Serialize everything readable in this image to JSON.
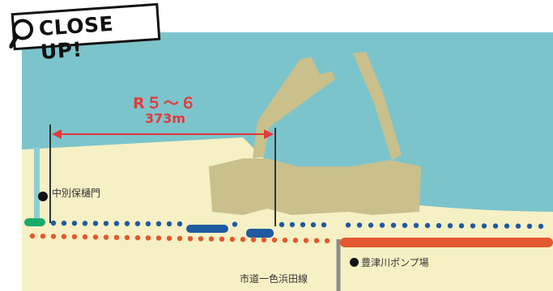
{
  "badge": {
    "title": "CLOSE UP!"
  },
  "annotation": {
    "period": "R５～６",
    "length": "373m"
  },
  "labels": {
    "gate": "中別保樋門",
    "pump": "豊津川ポンプ場",
    "road": "市道一色浜田線"
  },
  "colors": {
    "sea": "#7cc4cc",
    "land": "#f6f0c5",
    "structure": "#c9c08c",
    "accent_red": "#e23a3a",
    "blue_line": "#1f5aa0",
    "orange_line": "#e3582e",
    "green_mark": "#1aaa6b"
  },
  "icons": [
    "magnifier-icon",
    "point-marker-icon"
  ]
}
